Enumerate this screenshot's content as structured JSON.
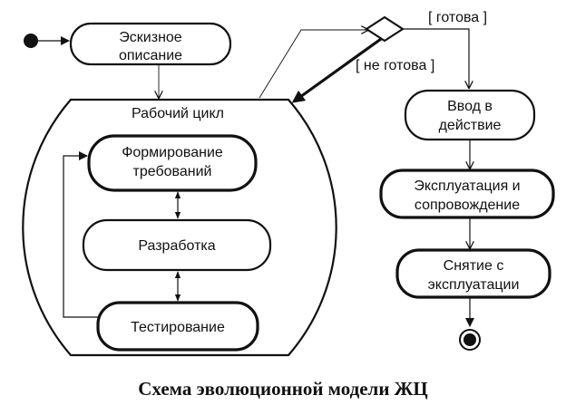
{
  "nodes": {
    "sketch": [
      "Эскизное",
      "описание"
    ],
    "cycle_title": "Рабочий цикл",
    "requirements": [
      "Формирование",
      "требований"
    ],
    "development": "Разработка",
    "testing": "Тестирование",
    "deploy": [
      "Ввод в",
      "действие"
    ],
    "operation": [
      "Эксплуатация и",
      "сопровождение"
    ],
    "decommission": [
      "Снятие с",
      "эксплуатации"
    ]
  },
  "guards": {
    "ready": "[ готова ]",
    "not_ready": "[ не готова ]"
  },
  "caption": "Схема эволюционной модели ЖЦ"
}
